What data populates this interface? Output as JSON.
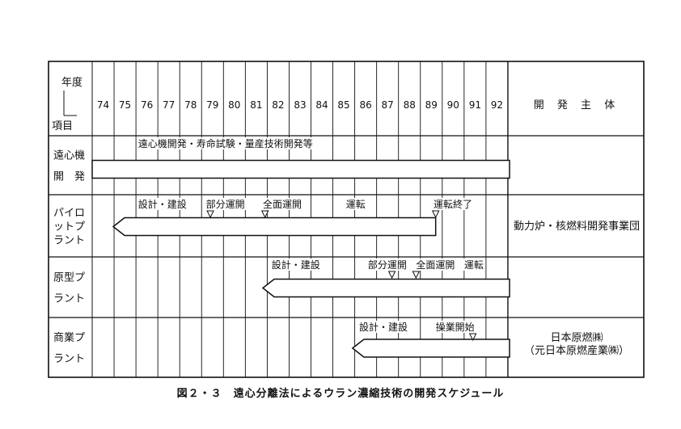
{
  "header": {
    "year_label": "年度",
    "item_label": "項目",
    "years": [
      "74",
      "75",
      "76",
      "77",
      "78",
      "79",
      "80",
      "81",
      "82",
      "83",
      "84",
      "85",
      "86",
      "87",
      "88",
      "89",
      "90",
      "91",
      "92"
    ],
    "entity_label": "開 発 主 体"
  },
  "rows": [
    {
      "id": "centrifuge",
      "label_lines": [
        "遠心機",
        "開　発"
      ],
      "annotations": [
        {
          "text": "遠心機開発・寿命試験・量産技術開発等",
          "year": "76.1"
        }
      ]
    },
    {
      "id": "pilot",
      "label_lines": [
        "パイロ",
        "ットプ",
        "ラント"
      ],
      "annotations": [
        {
          "text": "設計・建設",
          "year": "76.1"
        },
        {
          "text": "部分運開",
          "year": "79.2"
        },
        {
          "text": "全面運開",
          "year": "81.8"
        },
        {
          "text": "運転",
          "year": "85.6"
        },
        {
          "text": "運転終了",
          "year": "89.6"
        }
      ]
    },
    {
      "id": "prototype",
      "label_lines": [
        "原型プ",
        "ラント"
      ],
      "annotations": [
        {
          "text": "設計・建設",
          "year": "82.2"
        },
        {
          "text": "部分運開",
          "year": "86.6"
        },
        {
          "text": "全面運開",
          "year": "88.8"
        },
        {
          "text": "運転",
          "year": "91"
        }
      ]
    },
    {
      "id": "commercial",
      "label_lines": [
        "商業プ",
        "ラント"
      ],
      "annotations": [
        {
          "text": "設計・建設",
          "year": "86.2"
        },
        {
          "text": "操業開始",
          "year": "89.7"
        }
      ]
    }
  ],
  "entities": {
    "donen": "動力炉・核燃料開発事業団",
    "jnfl_line1": "日本原燃㈱",
    "jnfl_line2": "（元日本原燃産業㈱）"
  },
  "caption": "図２・３　遠心分離法によるウラン濃縮技術の開発スケジュール"
}
